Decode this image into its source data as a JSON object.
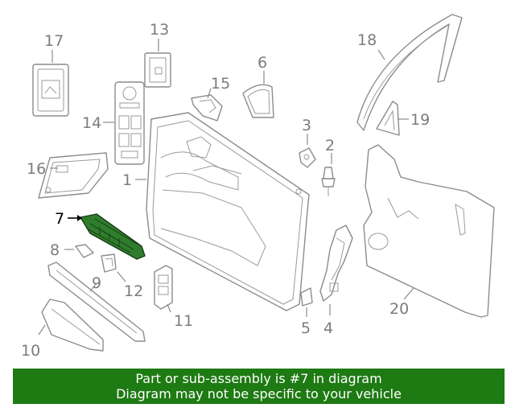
{
  "callouts": {
    "c1": "1",
    "c2": "2",
    "c3": "3",
    "c4": "4",
    "c5": "5",
    "c6": "6",
    "c7": "7",
    "c8": "8",
    "c9": "9",
    "c10": "10",
    "c11": "11",
    "c12": "12",
    "c13": "13",
    "c14": "14",
    "c15": "15",
    "c16": "16",
    "c17": "17",
    "c18": "18",
    "c19": "19",
    "c20": "20"
  },
  "highlight": {
    "part_number": "7",
    "color": "#2f7d2c"
  },
  "banner": {
    "line1": "Part or sub-assembly is #7 in diagram",
    "line2": "Diagram may not be specific to your vehicle",
    "color": "#1e7a13"
  }
}
